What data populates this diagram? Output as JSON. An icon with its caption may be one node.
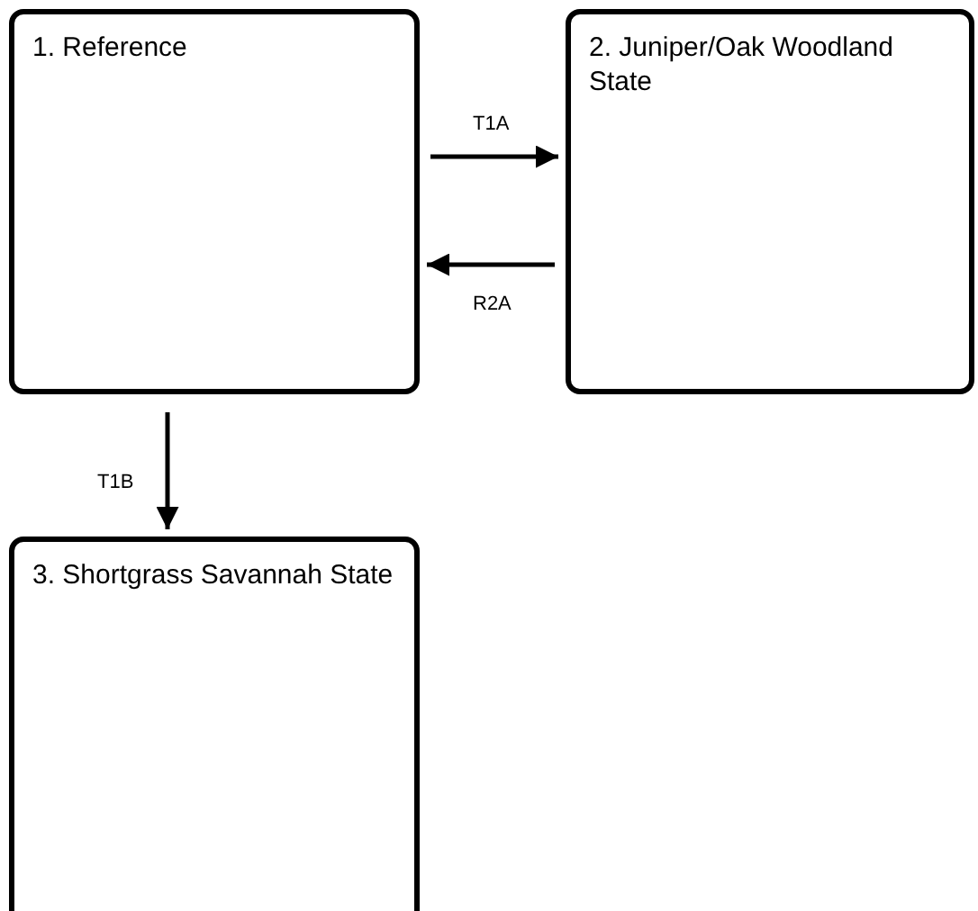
{
  "diagram": {
    "nodes": [
      {
        "text": [
          "1. Reference"
        ]
      },
      {
        "text": [
          "2. Juniper/Oak Woodland State"
        ]
      },
      {
        "text": [
          "3. Shortgrass Savannah State"
        ]
      }
    ],
    "edges": [
      {
        "from": 0,
        "to": 1,
        "arrow": "to",
        "label": "T1A"
      },
      {
        "from": 1,
        "to": 0,
        "arrow": "to",
        "label": "R2A"
      },
      {
        "from": 0,
        "to": 2,
        "arrow": "to",
        "label": "T1B"
      }
    ]
  }
}
